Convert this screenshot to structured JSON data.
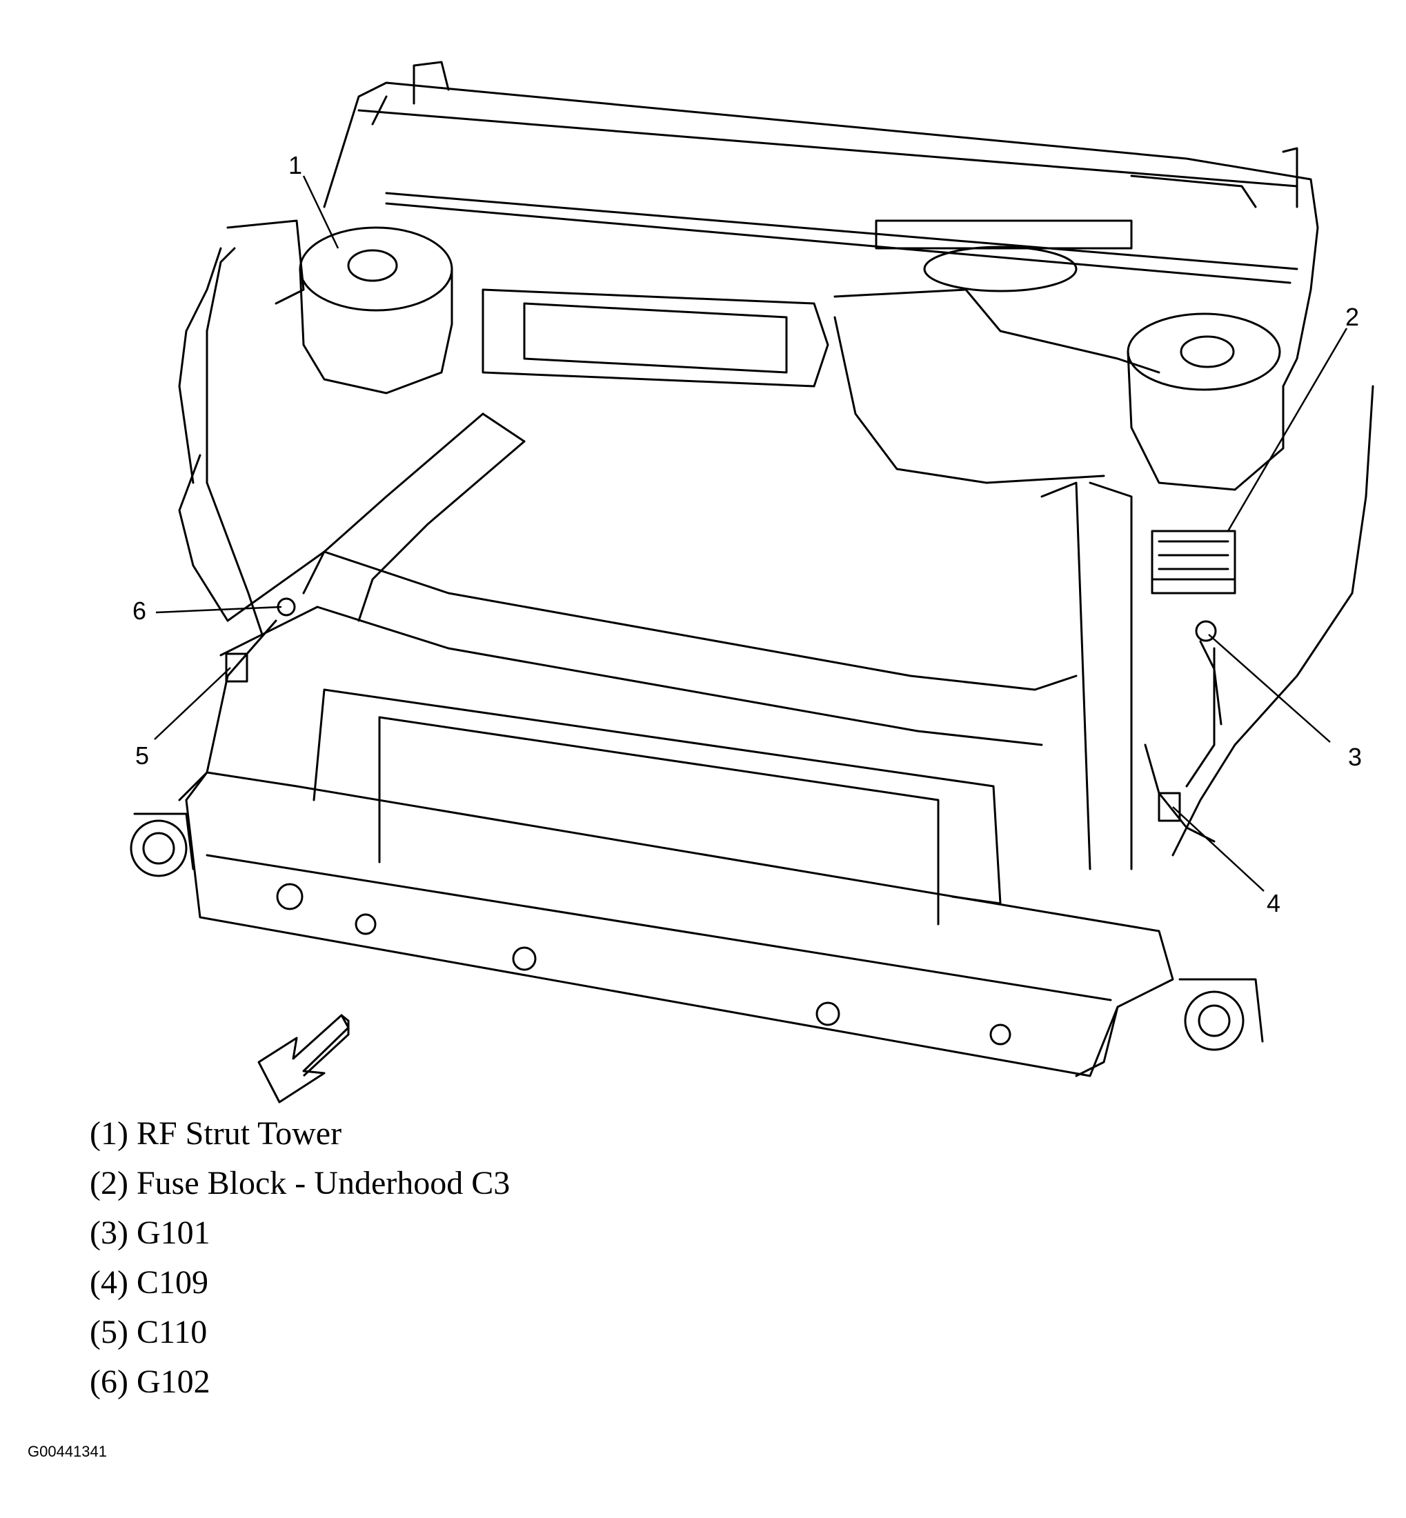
{
  "diagram": {
    "callouts": [
      {
        "number": "1",
        "label": "(1) RF Strut Tower"
      },
      {
        "number": "2",
        "label": "(2) Fuse Block - Underhood C3"
      },
      {
        "number": "3",
        "label": "(3) G101"
      },
      {
        "number": "4",
        "label": "(4) C109"
      },
      {
        "number": "5",
        "label": "(5) C110"
      },
      {
        "number": "6",
        "label": "(6) G102"
      }
    ],
    "figure_id": "G00441341",
    "colors": {
      "line": "#000000",
      "background": "#ffffff"
    },
    "icons": [
      "front-direction-arrow-icon"
    ]
  }
}
